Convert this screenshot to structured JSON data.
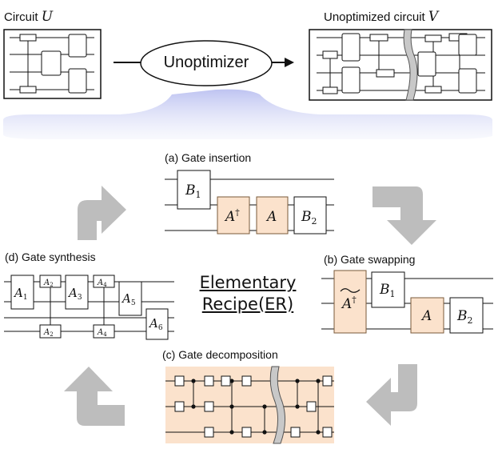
{
  "top": {
    "circuit_u_prefix": "Circuit",
    "circuit_u_var": "U",
    "circuit_v_prefix": "Unoptimized circuit",
    "circuit_v_var": "V",
    "unoptimizer": "Unoptimizer"
  },
  "steps": {
    "a": "(a)  Gate insertion",
    "b": "(b)  Gate swapping",
    "c": "(c)  Gate decomposition",
    "d": "(d)  Gate synthesis"
  },
  "center": {
    "line1": "Elementary",
    "line2": "Recipe(ER)"
  },
  "gates": {
    "a": {
      "b1": "B",
      "b1_sub": "1",
      "adag": "A",
      "adag_sup": "†",
      "a": "A",
      "b2": "B",
      "b2_sub": "2"
    },
    "b": {
      "adag": "A",
      "adag_sup": "†",
      "b1": "B",
      "b1_sub": "1",
      "a": "A",
      "b2": "B",
      "b2_sub": "2"
    },
    "d": {
      "a1": "A",
      "a1_sub": "1",
      "a2t": "A",
      "a2t_sub": "2",
      "a2b": "A",
      "a2b_sub": "2",
      "a3": "A",
      "a3_sub": "3",
      "a4t": "A",
      "a4t_sub": "4",
      "a4b": "A",
      "a4b_sub": "4",
      "a5": "A",
      "a5_sub": "5",
      "a6": "A",
      "a6_sub": "6"
    }
  },
  "colors": {
    "highlight_fill": "#fbe2cc",
    "highlight_stroke": "#7a5a3a",
    "arrow_gray": "#bdbdbd",
    "glow": "#c9cdf2"
  }
}
